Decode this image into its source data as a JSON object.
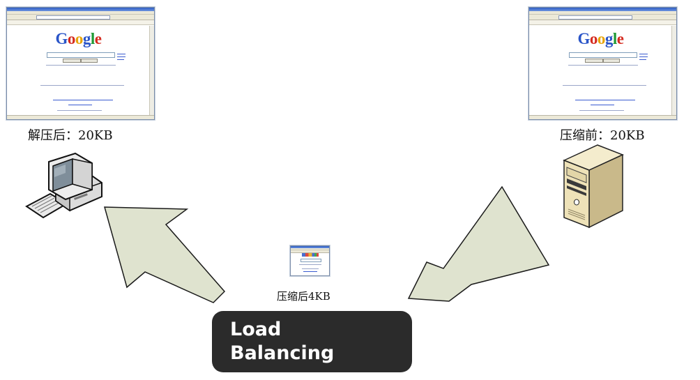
{
  "left_screenshot": {
    "logo": "Google",
    "caption": "解压后：20KB"
  },
  "right_screenshot": {
    "logo": "Google",
    "caption": "压缩前：20KB"
  },
  "center_screenshot": {
    "caption": "压缩后4KB"
  },
  "load_balancer": {
    "line1": "Load",
    "line2": "Balancing"
  },
  "colors": {
    "arrow_fill": "#dfe3cf",
    "arrow_stroke": "#1a1a1a",
    "box_fill": "#2b2b2b",
    "box_text": "#ffffff"
  },
  "icons": [
    "desktop-computer-icon",
    "server-tower-icon",
    "browser-window-icon"
  ]
}
